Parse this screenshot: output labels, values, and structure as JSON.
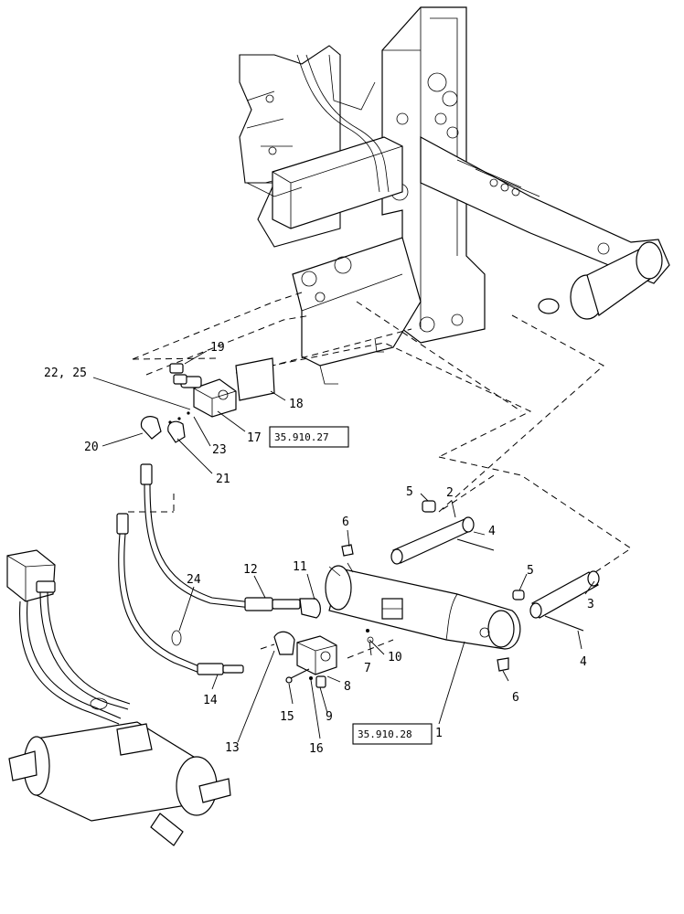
{
  "callouts": {
    "c1": "1",
    "c2": "2",
    "c3": "3",
    "c4a": "4",
    "c4b": "4",
    "c5a": "5",
    "c5b": "5",
    "c6a": "6",
    "c6b": "6",
    "c7": "7",
    "c8": "8",
    "c9": "9",
    "c10": "10",
    "c11": "11",
    "c12": "12",
    "c13": "13",
    "c14": "14",
    "c15": "15",
    "c16": "16",
    "c17": "17",
    "c18": "18",
    "c19": "19",
    "c20": "20",
    "c21": "21",
    "c22_25": "22, 25",
    "c23": "23",
    "c24": "24"
  },
  "references": {
    "ref_top": "35.910.27",
    "ref_bottom": "35.910.28"
  }
}
